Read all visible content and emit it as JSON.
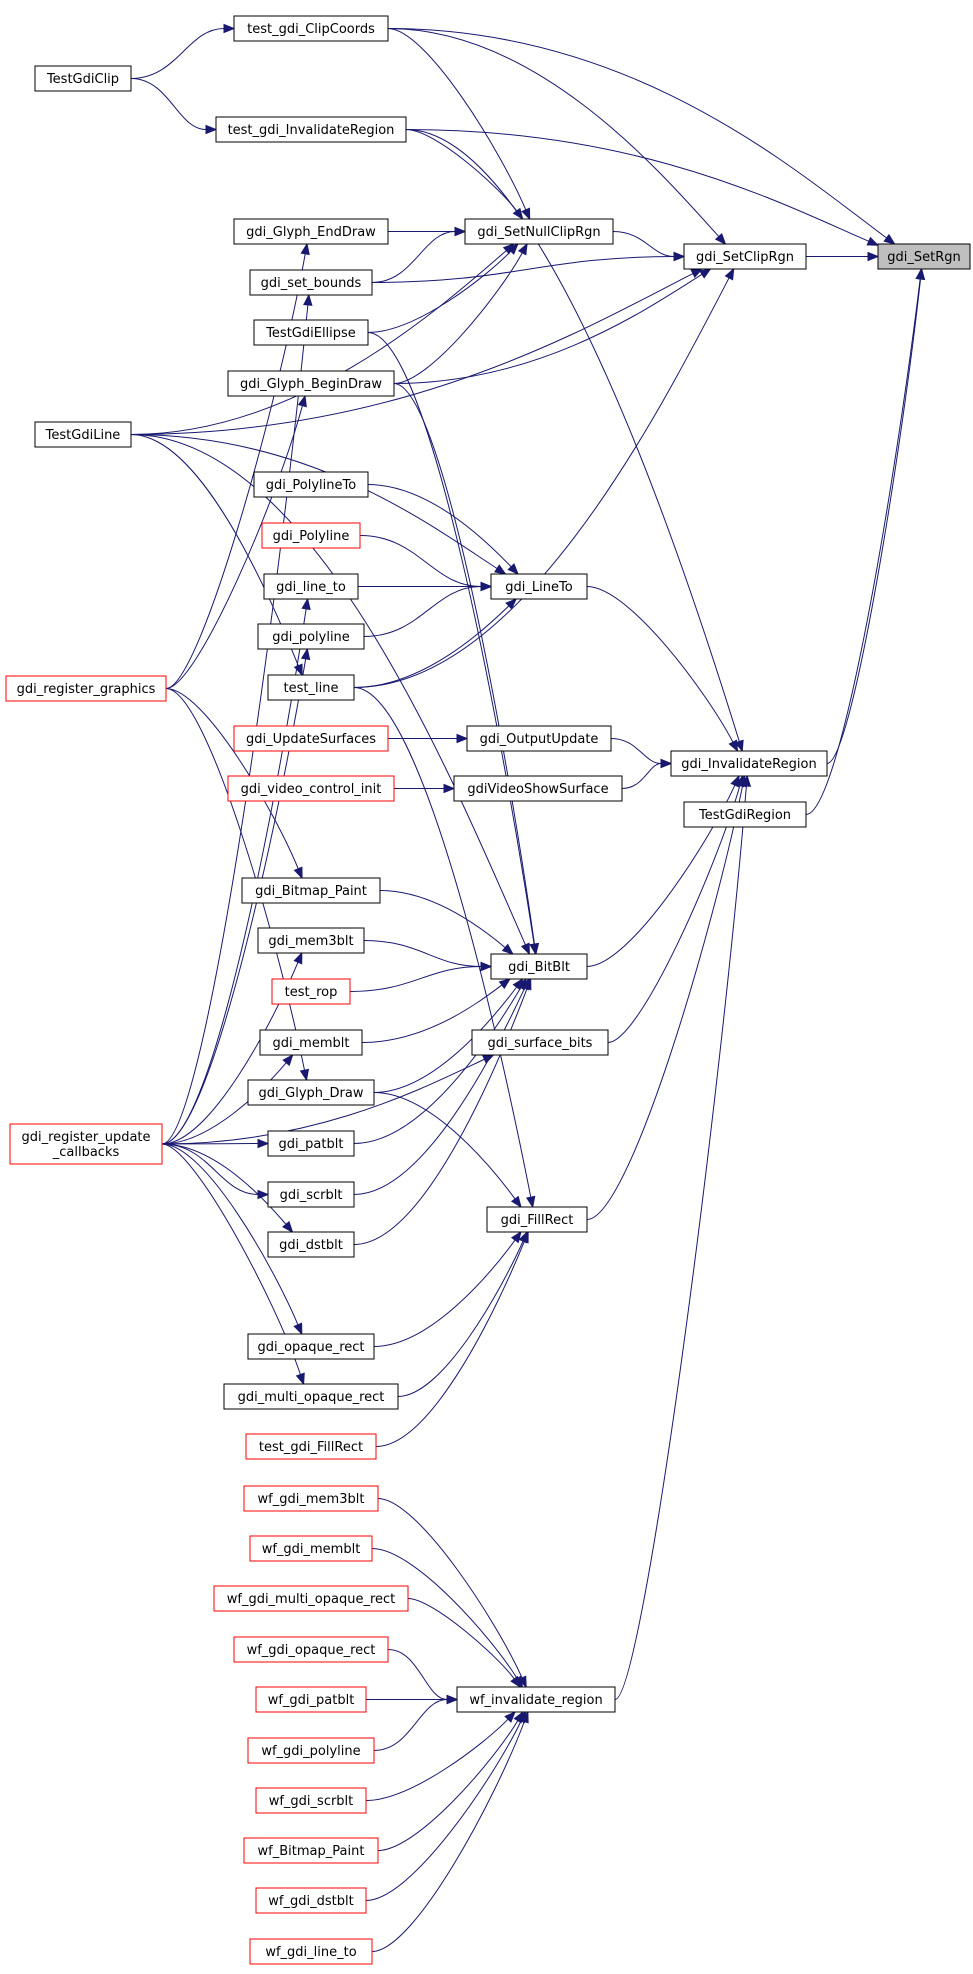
{
  "colors": {
    "edge": "#191970",
    "normal_border": "#000000",
    "truncated_border": "#ff0000",
    "focus_fill": "#bfbfbf"
  },
  "nodes": [
    {
      "id": "SetRgn",
      "label": "gdi_SetRgn",
      "style": "focus"
    },
    {
      "id": "SetClipRgn",
      "label": "gdi_SetClipRgn",
      "style": "normal"
    },
    {
      "id": "InvalidateRegion",
      "label": "gdi_InvalidateRegion",
      "style": "normal"
    },
    {
      "id": "TestGdiRegion",
      "label": "TestGdiRegion",
      "style": "normal"
    },
    {
      "id": "test_gdi_ClipCoords",
      "label": "test_gdi_ClipCoords",
      "style": "normal"
    },
    {
      "id": "test_gdi_InvalidateRegion",
      "label": "test_gdi_InvalidateRegion",
      "style": "normal"
    },
    {
      "id": "TestGdiClip",
      "label": "TestGdiClip",
      "style": "normal"
    },
    {
      "id": "SetNullClipRgn",
      "label": "gdi_SetNullClipRgn",
      "style": "normal"
    },
    {
      "id": "Glyph_EndDraw",
      "label": "gdi_Glyph_EndDraw",
      "style": "normal"
    },
    {
      "id": "set_bounds",
      "label": "gdi_set_bounds",
      "style": "normal"
    },
    {
      "id": "TestGdiEllipse",
      "label": "TestGdiEllipse",
      "style": "normal"
    },
    {
      "id": "Glyph_BeginDraw",
      "label": "gdi_Glyph_BeginDraw",
      "style": "normal"
    },
    {
      "id": "TestGdiLine",
      "label": "TestGdiLine",
      "style": "normal"
    },
    {
      "id": "register_graphics",
      "label": "gdi_register_graphics",
      "style": "truncated"
    },
    {
      "id": "PolylineTo",
      "label": "gdi_PolylineTo",
      "style": "normal"
    },
    {
      "id": "Polyline",
      "label": "gdi_Polyline",
      "style": "truncated"
    },
    {
      "id": "line_to",
      "label": "gdi_line_to",
      "style": "normal"
    },
    {
      "id": "LineTo",
      "label": "gdi_LineTo",
      "style": "normal"
    },
    {
      "id": "polyline",
      "label": "gdi_polyline",
      "style": "normal"
    },
    {
      "id": "test_line",
      "label": "test_line",
      "style": "normal"
    },
    {
      "id": "UpdateSurfaces",
      "label": "gdi_UpdateSurfaces",
      "style": "truncated"
    },
    {
      "id": "OutputUpdate",
      "label": "gdi_OutputUpdate",
      "style": "normal"
    },
    {
      "id": "video_control_init",
      "label": "gdi_video_control_init",
      "style": "truncated"
    },
    {
      "id": "VideoShowSurface",
      "label": "gdiVideoShowSurface",
      "style": "normal"
    },
    {
      "id": "Bitmap_Paint",
      "label": "gdi_Bitmap_Paint",
      "style": "normal"
    },
    {
      "id": "mem3blt",
      "label": "gdi_mem3blt",
      "style": "normal"
    },
    {
      "id": "BitBlt",
      "label": "gdi_BitBlt",
      "style": "normal"
    },
    {
      "id": "test_rop",
      "label": "test_rop",
      "style": "truncated"
    },
    {
      "id": "memblt",
      "label": "gdi_memblt",
      "style": "normal"
    },
    {
      "id": "surface_bits",
      "label": "gdi_surface_bits",
      "style": "normal"
    },
    {
      "id": "Glyph_Draw",
      "label": "gdi_Glyph_Draw",
      "style": "normal"
    },
    {
      "id": "register_update",
      "label": "gdi_register_update\n_callbacks",
      "style": "truncated"
    },
    {
      "id": "patblt",
      "label": "gdi_patblt",
      "style": "normal"
    },
    {
      "id": "scrblt",
      "label": "gdi_scrblt",
      "style": "normal"
    },
    {
      "id": "dstblt",
      "label": "gdi_dstblt",
      "style": "normal"
    },
    {
      "id": "FillRect",
      "label": "gdi_FillRect",
      "style": "normal"
    },
    {
      "id": "opaque_rect",
      "label": "gdi_opaque_rect",
      "style": "normal"
    },
    {
      "id": "multi_opaque_rect",
      "label": "gdi_multi_opaque_rect",
      "style": "normal"
    },
    {
      "id": "test_gdi_FillRect",
      "label": "test_gdi_FillRect",
      "style": "truncated"
    },
    {
      "id": "wf_gdi_mem3blt",
      "label": "wf_gdi_mem3blt",
      "style": "truncated"
    },
    {
      "id": "wf_gdi_memblt",
      "label": "wf_gdi_memblt",
      "style": "truncated"
    },
    {
      "id": "wf_gdi_multi_opaque_rect",
      "label": "wf_gdi_multi_opaque_rect",
      "style": "truncated"
    },
    {
      "id": "wf_gdi_opaque_rect",
      "label": "wf_gdi_opaque_rect",
      "style": "truncated"
    },
    {
      "id": "wf_gdi_patblt",
      "label": "wf_gdi_patblt",
      "style": "truncated"
    },
    {
      "id": "wf_invalidate_region",
      "label": "wf_invalidate_region",
      "style": "normal"
    },
    {
      "id": "wf_gdi_polyline",
      "label": "wf_gdi_polyline",
      "style": "truncated"
    },
    {
      "id": "wf_gdi_scrblt",
      "label": "wf_gdi_scrblt",
      "style": "truncated"
    },
    {
      "id": "wf_Bitmap_Paint",
      "label": "wf_Bitmap_Paint",
      "style": "truncated"
    },
    {
      "id": "wf_gdi_dstblt",
      "label": "wf_gdi_dstblt",
      "style": "truncated"
    },
    {
      "id": "wf_gdi_line_to",
      "label": "wf_gdi_line_to",
      "style": "truncated"
    }
  ],
  "edges": [
    {
      "from": "SetClipRgn",
      "to": "SetRgn"
    },
    {
      "from": "InvalidateRegion",
      "to": "SetRgn"
    },
    {
      "from": "TestGdiRegion",
      "to": "SetRgn"
    },
    {
      "from": "test_gdi_ClipCoords",
      "to": "SetRgn"
    },
    {
      "from": "test_gdi_InvalidateRegion",
      "to": "SetRgn"
    },
    {
      "from": "test_gdi_ClipCoords",
      "to": "SetClipRgn"
    },
    {
      "from": "SetNullClipRgn",
      "to": "SetClipRgn"
    },
    {
      "from": "set_bounds",
      "to": "SetClipRgn"
    },
    {
      "from": "Glyph_BeginDraw",
      "to": "SetClipRgn"
    },
    {
      "from": "TestGdiLine",
      "to": "SetClipRgn"
    },
    {
      "from": "test_line",
      "to": "SetClipRgn"
    },
    {
      "from": "TestGdiClip",
      "to": "test_gdi_ClipCoords"
    },
    {
      "from": "TestGdiClip",
      "to": "test_gdi_InvalidateRegion"
    },
    {
      "from": "test_gdi_ClipCoords",
      "to": "SetNullClipRgn"
    },
    {
      "from": "test_gdi_InvalidateRegion",
      "to": "SetNullClipRgn"
    },
    {
      "from": "Glyph_EndDraw",
      "to": "SetNullClipRgn"
    },
    {
      "from": "set_bounds",
      "to": "SetNullClipRgn"
    },
    {
      "from": "TestGdiEllipse",
      "to": "SetNullClipRgn"
    },
    {
      "from": "Glyph_BeginDraw",
      "to": "SetNullClipRgn"
    },
    {
      "from": "TestGdiLine",
      "to": "SetNullClipRgn"
    },
    {
      "from": "test_gdi_InvalidateRegion",
      "to": "InvalidateRegion"
    },
    {
      "from": "OutputUpdate",
      "to": "InvalidateRegion"
    },
    {
      "from": "VideoShowSurface",
      "to": "InvalidateRegion"
    },
    {
      "from": "LineTo",
      "to": "InvalidateRegion"
    },
    {
      "from": "BitBlt",
      "to": "InvalidateRegion"
    },
    {
      "from": "surface_bits",
      "to": "InvalidateRegion"
    },
    {
      "from": "FillRect",
      "to": "InvalidateRegion"
    },
    {
      "from": "wf_invalidate_region",
      "to": "InvalidateRegion"
    },
    {
      "from": "register_graphics",
      "to": "Glyph_EndDraw"
    },
    {
      "from": "register_update",
      "to": "set_bounds"
    },
    {
      "from": "register_graphics",
      "to": "Glyph_BeginDraw"
    },
    {
      "from": "TestGdiLine",
      "to": "LineTo"
    },
    {
      "from": "PolylineTo",
      "to": "LineTo"
    },
    {
      "from": "Polyline",
      "to": "LineTo"
    },
    {
      "from": "line_to",
      "to": "LineTo"
    },
    {
      "from": "polyline",
      "to": "LineTo"
    },
    {
      "from": "test_line",
      "to": "LineTo"
    },
    {
      "from": "TestGdiLine",
      "to": "test_line"
    },
    {
      "from": "register_update",
      "to": "line_to"
    },
    {
      "from": "register_update",
      "to": "polyline"
    },
    {
      "from": "UpdateSurfaces",
      "to": "OutputUpdate"
    },
    {
      "from": "video_control_init",
      "to": "VideoShowSurface"
    },
    {
      "from": "register_graphics",
      "to": "Bitmap_Paint"
    },
    {
      "from": "register_update",
      "to": "mem3blt"
    },
    {
      "from": "register_update",
      "to": "memblt"
    },
    {
      "from": "register_update",
      "to": "surface_bits"
    },
    {
      "from": "register_graphics",
      "to": "Glyph_Draw"
    },
    {
      "from": "register_update",
      "to": "patblt"
    },
    {
      "from": "register_update",
      "to": "scrblt"
    },
    {
      "from": "register_update",
      "to": "dstblt"
    },
    {
      "from": "register_update",
      "to": "opaque_rect"
    },
    {
      "from": "register_update",
      "to": "multi_opaque_rect"
    },
    {
      "from": "Bitmap_Paint",
      "to": "BitBlt"
    },
    {
      "from": "mem3blt",
      "to": "BitBlt"
    },
    {
      "from": "test_rop",
      "to": "BitBlt"
    },
    {
      "from": "memblt",
      "to": "BitBlt"
    },
    {
      "from": "Glyph_Draw",
      "to": "BitBlt"
    },
    {
      "from": "patblt",
      "to": "BitBlt"
    },
    {
      "from": "scrblt",
      "to": "BitBlt"
    },
    {
      "from": "dstblt",
      "to": "BitBlt"
    },
    {
      "from": "TestGdiEllipse",
      "to": "BitBlt"
    },
    {
      "from": "Glyph_BeginDraw",
      "to": "BitBlt"
    },
    {
      "from": "TestGdiLine",
      "to": "BitBlt"
    },
    {
      "from": "Glyph_Draw",
      "to": "FillRect"
    },
    {
      "from": "opaque_rect",
      "to": "FillRect"
    },
    {
      "from": "multi_opaque_rect",
      "to": "FillRect"
    },
    {
      "from": "test_gdi_FillRect",
      "to": "FillRect"
    },
    {
      "from": "test_line",
      "to": "FillRect"
    },
    {
      "from": "wf_gdi_mem3blt",
      "to": "wf_invalidate_region"
    },
    {
      "from": "wf_gdi_memblt",
      "to": "wf_invalidate_region"
    },
    {
      "from": "wf_gdi_multi_opaque_rect",
      "to": "wf_invalidate_region"
    },
    {
      "from": "wf_gdi_opaque_rect",
      "to": "wf_invalidate_region"
    },
    {
      "from": "wf_gdi_patblt",
      "to": "wf_invalidate_region"
    },
    {
      "from": "wf_gdi_polyline",
      "to": "wf_invalidate_region"
    },
    {
      "from": "wf_gdi_scrblt",
      "to": "wf_invalidate_region"
    },
    {
      "from": "wf_Bitmap_Paint",
      "to": "wf_invalidate_region"
    },
    {
      "from": "wf_gdi_dstblt",
      "to": "wf_invalidate_region"
    },
    {
      "from": "wf_gdi_line_to",
      "to": "wf_invalidate_region"
    }
  ]
}
